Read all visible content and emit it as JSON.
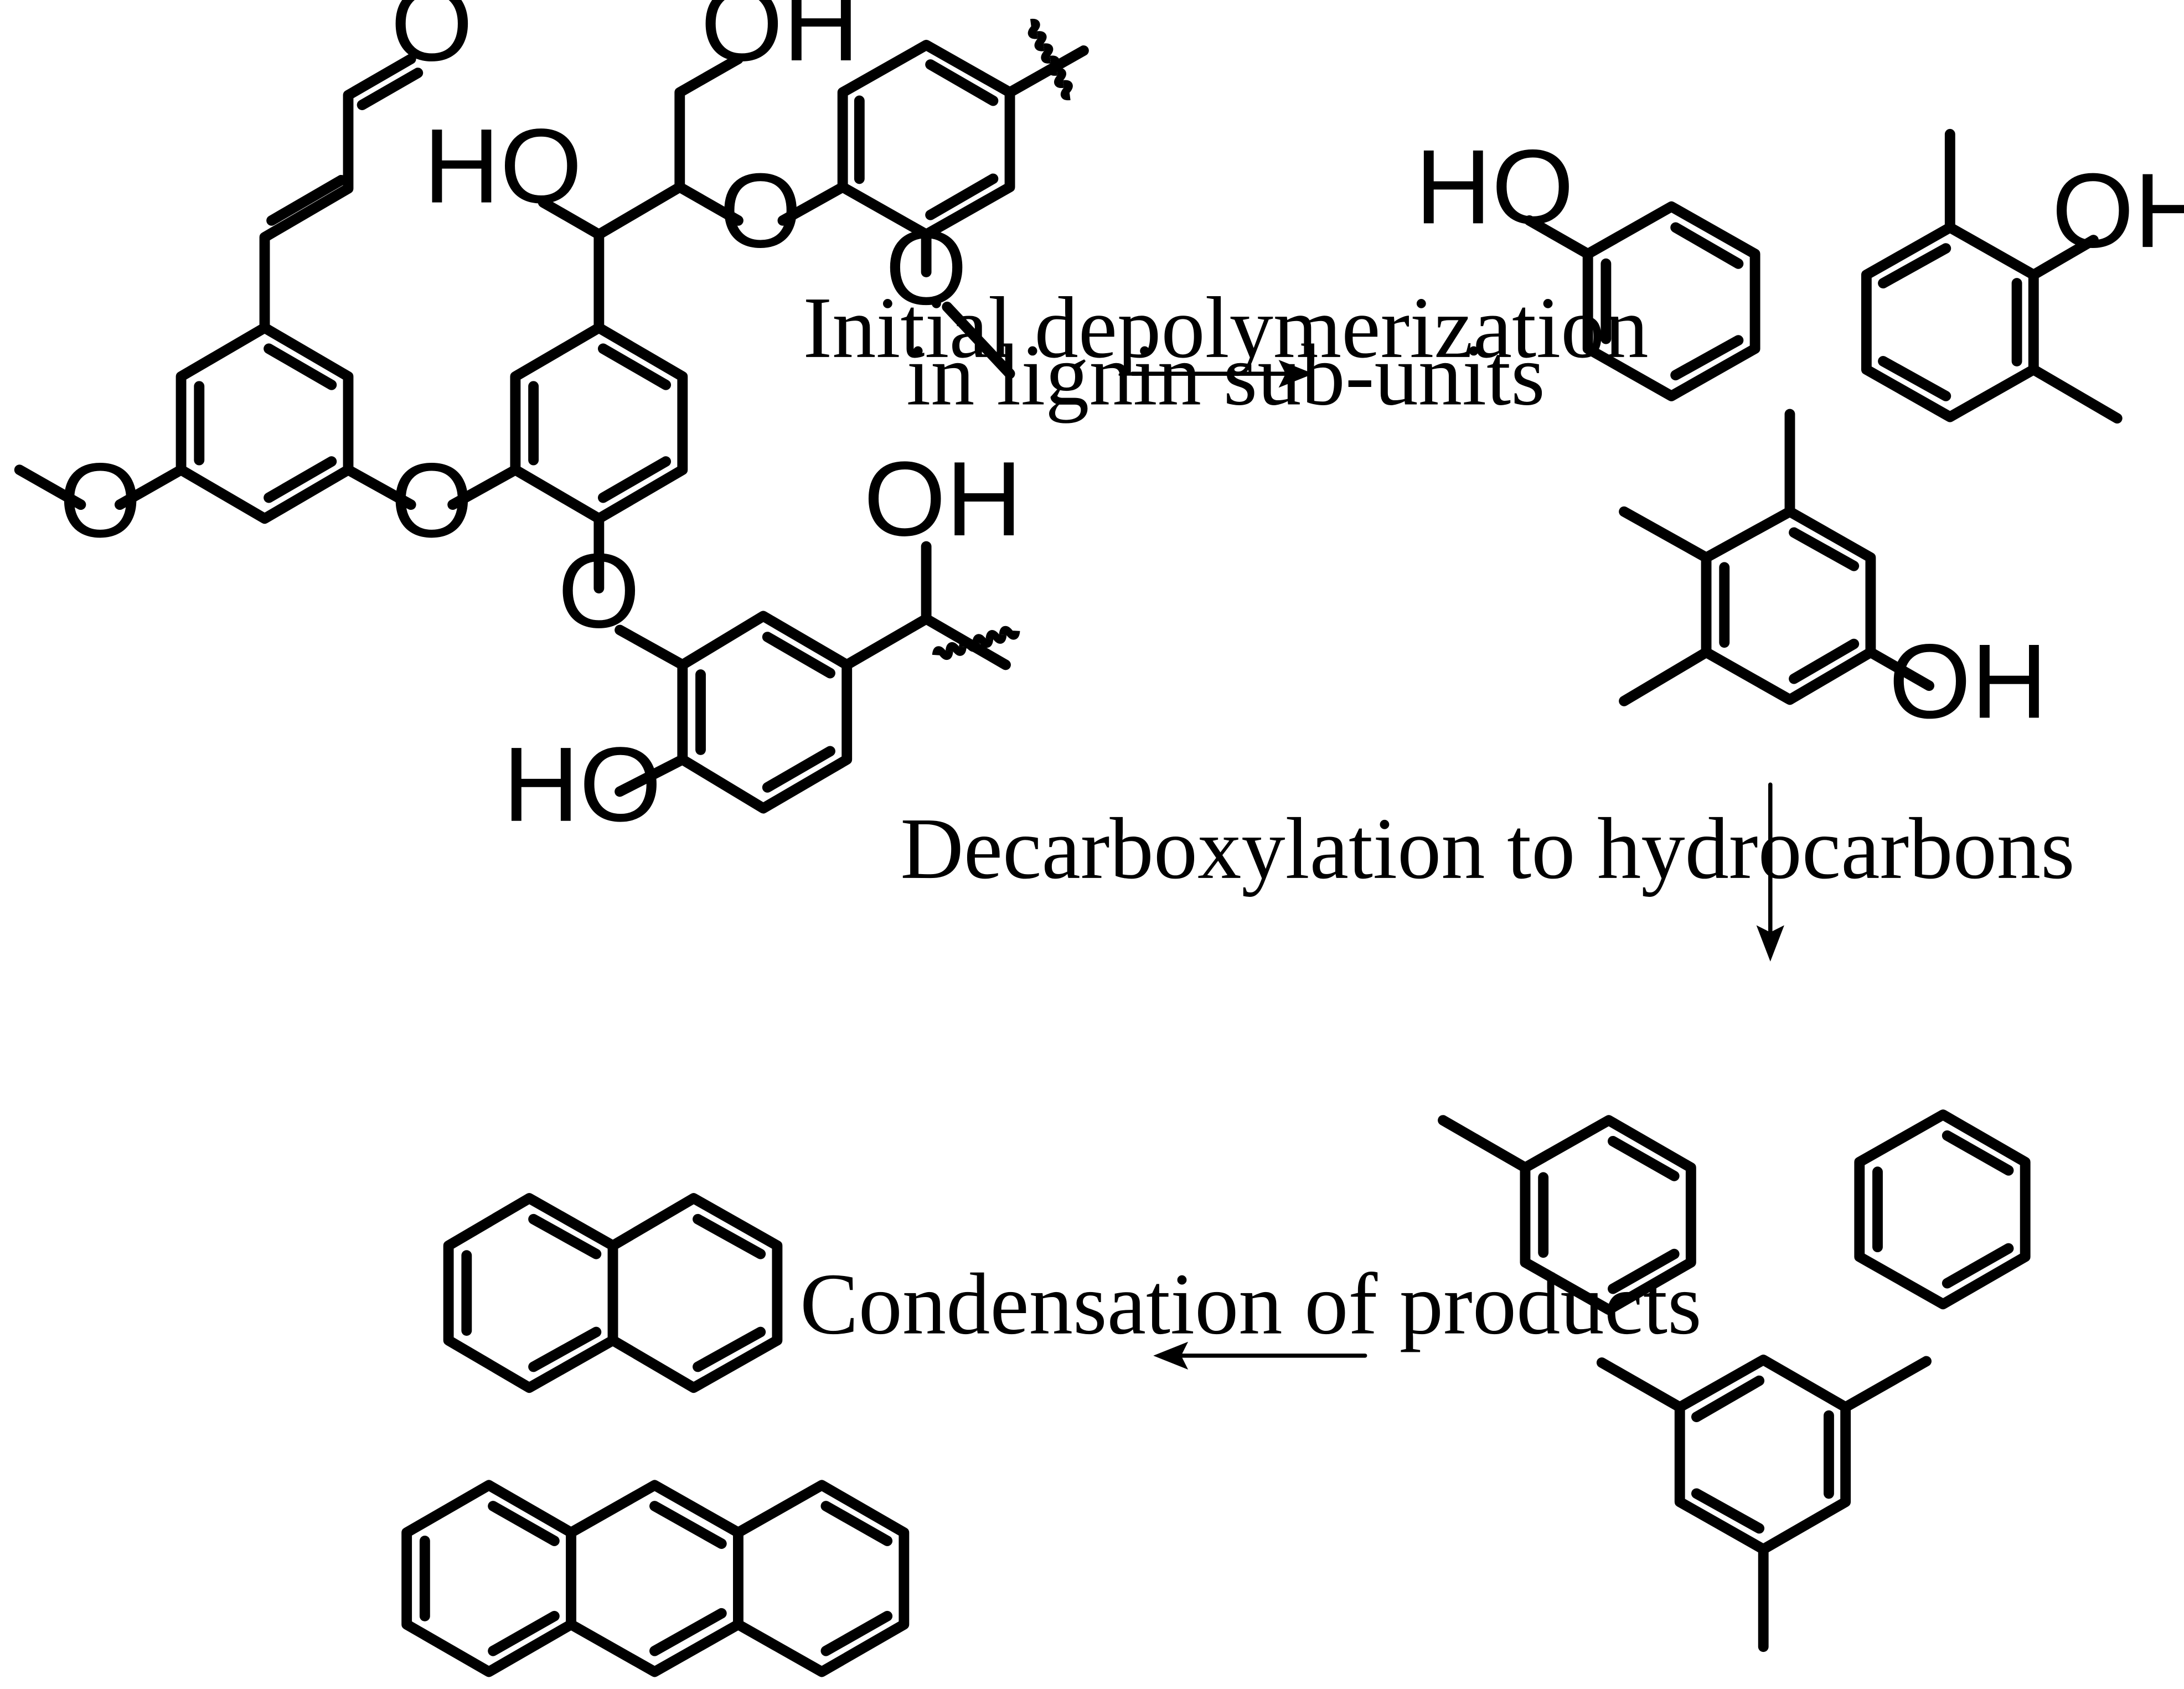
{
  "steps": [
    {
      "label_lines": [
        "Initial depolymerization",
        "in lignin sub-units"
      ]
    },
    {
      "label_lines": [
        "Decarboxylation to hydrocarbons"
      ]
    },
    {
      "label_lines": [
        "Condensation of products"
      ]
    }
  ],
  "atom_labels": {
    "aldehyde_o": "O",
    "oh": "OH",
    "ho": "HO",
    "ether_o": "O"
  },
  "colors": {
    "ink": "#000000",
    "background": "#ffffff"
  }
}
